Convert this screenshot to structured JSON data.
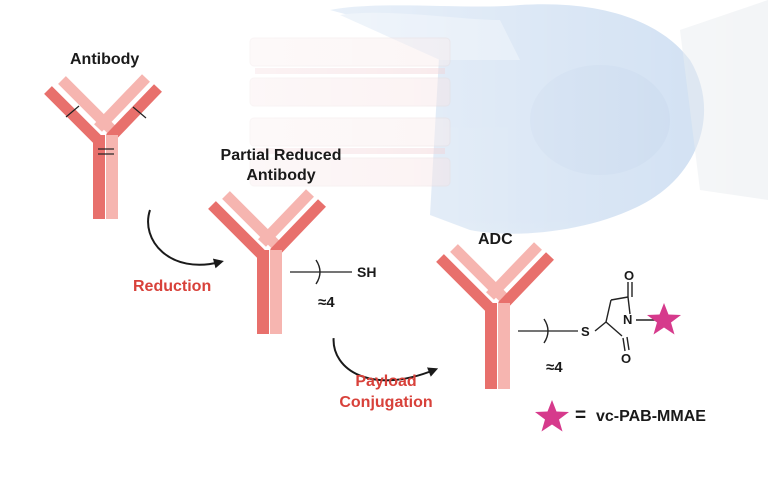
{
  "labels": {
    "antibody": "Antibody",
    "partial_reduced_line1": "Partial Reduced",
    "partial_reduced_line2": "Antibody",
    "adc": "ADC",
    "reduction": "Reduction",
    "payload_line1": "Payload",
    "payload_line2": "Conjugation",
    "sh": "SH",
    "dar_1": "≈4",
    "dar_2": "≈4",
    "s_atom": "S",
    "n_atom": "N",
    "o_top": "O",
    "o_bottom": "O",
    "legend_equals": "=",
    "legend_text": "vc-PAB-MMAE"
  },
  "colors": {
    "antibody_dark": "#e8706c",
    "antibody_light": "#f6b5b0",
    "step_label": "#d8413a",
    "payload_star": "#d63a8c",
    "text": "#1a1a1a"
  },
  "icons": {
    "payload": "star-icon",
    "arrows": "curved-arrow-icon"
  }
}
